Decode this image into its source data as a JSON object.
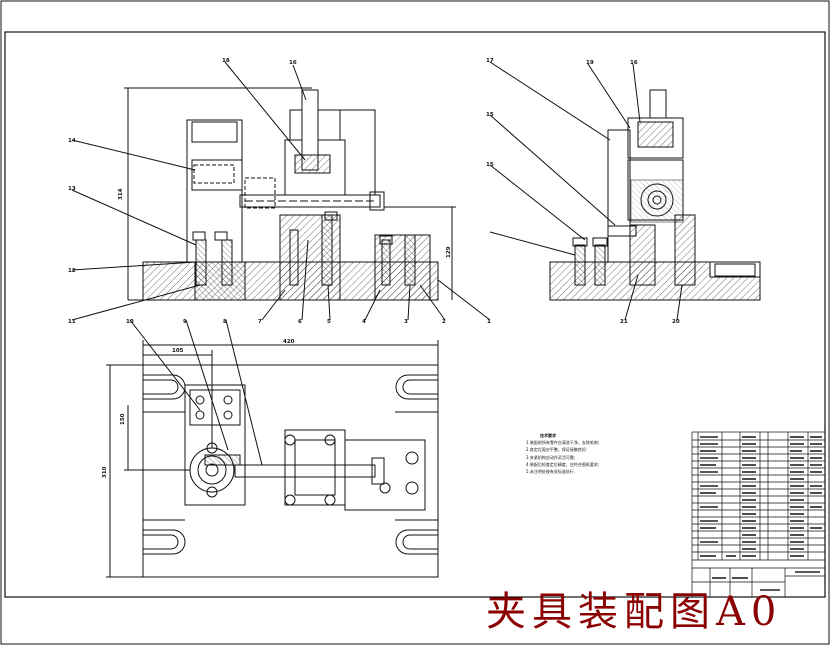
{
  "drawing": {
    "title": "夹具装配图",
    "title_suffix": "A0",
    "title_color": "#8b0000",
    "line_color": "#111111",
    "hatch_color": "#333333",
    "front_view": {
      "labels": [
        "18",
        "16",
        "14",
        "13",
        "12",
        "11",
        "7",
        "6",
        "5",
        "4",
        "3",
        "2",
        "1"
      ],
      "dimensions": [
        "314",
        "129"
      ]
    },
    "side_view": {
      "labels": [
        "17",
        "19",
        "15",
        "16",
        "15",
        "21",
        "20"
      ]
    },
    "top_view": {
      "labels": [
        "10",
        "9",
        "8"
      ],
      "dimensions": [
        "420",
        "105",
        "150",
        "310"
      ]
    },
    "technical_requirements": {
      "title": "技术要求",
      "lines": [
        "1.装配前所有零件应清洗干净，去除毛刺;",
        "2.各定位面应平整，保证接触良好;",
        "3.夹紧机构应动作灵活可靠;",
        "4.装配后检查定位精度，应符合图纸要求;",
        "5.未注明处按有关标准执行."
      ]
    }
  }
}
